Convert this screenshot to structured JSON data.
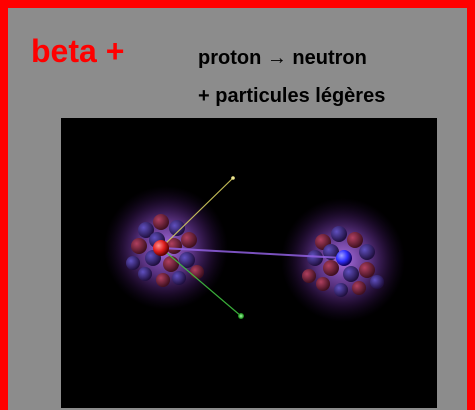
{
  "header": {
    "title": "beta +",
    "line1_before": "proton ",
    "arrow_glyph": "→",
    "line1_after": " neutron",
    "line2": "+ particules légères"
  },
  "colors": {
    "border": "#ff0000",
    "panel": "#8c8c8c",
    "scene_bg": "#000000",
    "title": "#ff0000",
    "proton": "#ff3030",
    "neutron": "#4040ff",
    "positron_track": "#d8d060",
    "neutrino_track": "#40c040",
    "halo": "#b070e0"
  },
  "scene": {
    "left_nucleus": "original-nucleus",
    "right_nucleus": "daughter-nucleus",
    "particles": [
      "positron",
      "neutrino"
    ]
  }
}
